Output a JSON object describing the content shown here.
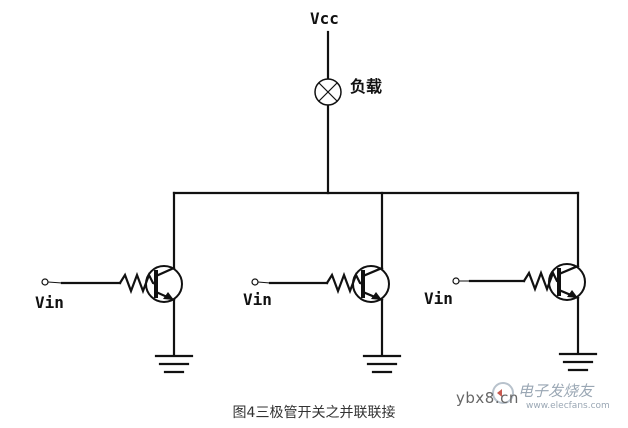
{
  "diagram": {
    "supply_label": "Vcc",
    "load_label": "负载",
    "input_labels": [
      "Vin",
      "Vin",
      "Vin"
    ],
    "caption": "图4三极管开关之并联联接"
  },
  "watermark": {
    "site": "ybx8.cn",
    "brand": "电子发烧友",
    "url": "www.elecfans.com"
  },
  "colors": {
    "ink": "#111111",
    "caption": "#333333",
    "watermark": "#9aa7b4"
  }
}
